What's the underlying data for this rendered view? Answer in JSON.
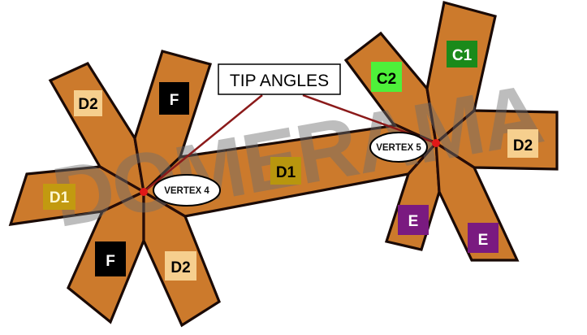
{
  "title_box": {
    "label": "TIP ANGLES"
  },
  "watermark": {
    "text": "DOMERAMA"
  },
  "vertices": [
    {
      "id": "vertex-4",
      "label": "VERTEX 4"
    },
    {
      "id": "vertex-5",
      "label": "VERTEX 5"
    }
  ],
  "panel_labels": {
    "v4_upper_left": {
      "text": "D2",
      "bg": "#f6cf8e",
      "fg": "#000000"
    },
    "v4_upper_right": {
      "text": "F",
      "bg": "#000000",
      "fg": "#ffffff"
    },
    "v4_left": {
      "text": "D1",
      "bg": "#c29a10",
      "fg": "#fff8d0"
    },
    "v4_lower_left": {
      "text": "F",
      "bg": "#000000",
      "fg": "#ffffff"
    },
    "v4_lower_right": {
      "text": "D2",
      "bg": "#f6cf8e",
      "fg": "#000000"
    },
    "strut": {
      "text": "D1",
      "bg": "#b8960e",
      "fg": "#000000"
    },
    "v5_upper_left": {
      "text": "C2",
      "bg": "#4ef03a",
      "fg": "#000000"
    },
    "v5_top": {
      "text": "C1",
      "bg": "#1a8a1a",
      "fg": "#ffffff"
    },
    "v5_right": {
      "text": "D2",
      "bg": "#f6cf8e",
      "fg": "#000000"
    },
    "v5_lower_left": {
      "text": "E",
      "bg": "#7a1a80",
      "fg": "#ffffff"
    },
    "v5_lower_right": {
      "text": "E",
      "bg": "#7a1a80",
      "fg": "#ffffff"
    }
  },
  "colors": {
    "panel_fill": "#cc7a2c",
    "panel_stroke": "#1a0a06",
    "vertex_dot": "#e01818",
    "pointer_line": "#8b1a1a",
    "watermark": "#8a8a8a"
  }
}
